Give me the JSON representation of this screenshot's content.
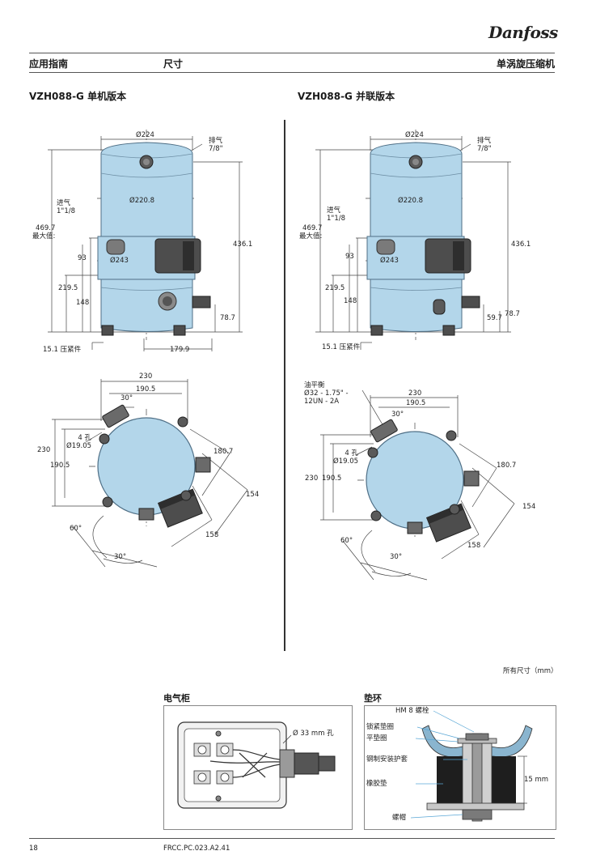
{
  "brand": {
    "logo_text": "Danfoss"
  },
  "header": {
    "left": "应用指南",
    "center": "尺寸",
    "right": "单涡旋压缩机"
  },
  "sections": {
    "single": {
      "title": "VZH088-G 单机版本",
      "side": {
        "d224": "Ø224",
        "discharge": "排气\n7/8\"",
        "d220": "Ø220.8",
        "suction": "进气\n1\"1/8",
        "max_h": "469.7\n最大值:",
        "h436": "436.1",
        "h93": "93",
        "d243": "Ø243",
        "h219": "219.5",
        "h148": "148",
        "h78": "78.7",
        "grommet": "15.1 压紧件",
        "w179": "179.9"
      },
      "top": {
        "w230": "230",
        "w190": "190.5",
        "a30": "30°",
        "holes": "4 孔\nØ19.05",
        "h230": "230",
        "h190": "190.5",
        "r180": "180.7",
        "r154": "154",
        "r158": "158",
        "a60": "60°",
        "a30b": "30°"
      }
    },
    "parallel": {
      "title": "VZH088-G 并联版本",
      "side": {
        "d224": "Ø224",
        "discharge": "排气\n7/8\"",
        "d220": "Ø220.8",
        "suction": "进气\n1\"1/8",
        "max_h": "469.7\n最大值:",
        "h436": "436.1",
        "h93": "93",
        "d243": "Ø243",
        "h219": "219.5",
        "h148": "148",
        "h59": "59.7",
        "h78": "78.7",
        "grommet": "15.1 压紧件"
      },
      "top": {
        "oil": "油平衡\nØ32 - 1.75\" -\n12UN - 2A",
        "w230": "230",
        "w190": "190.5",
        "a30": "30°",
        "holes": "4 孔\nØ19.05",
        "h230": "230",
        "h190": "190.5",
        "r180": "180.7",
        "r154": "154",
        "r158": "158",
        "a60": "60°",
        "a30b": "30°"
      }
    }
  },
  "units_note": "所有尺寸（mm）",
  "electrical_box": {
    "title": "电气柜",
    "hole_label": "Ø 33 mm 孔"
  },
  "grommet_panel": {
    "title": "垫环",
    "labels": {
      "bolt": "HM 8 螺栓",
      "lock_washer": "锁紧垫圈",
      "flat_washer": "平垫圈",
      "sleeve": "钢制安装护套",
      "rubber": "橡胶垫",
      "nut": "螺帽",
      "height": "15 mm"
    }
  },
  "footer": {
    "page": "18",
    "doc_code": "FRCC.PC.023.A2.41"
  },
  "colors": {
    "compressor_body": "#b3d6ea",
    "compressor_edge": "#4f6f86",
    "box_gray": "#4d4d4d",
    "rubber": "#1e1e1e"
  }
}
